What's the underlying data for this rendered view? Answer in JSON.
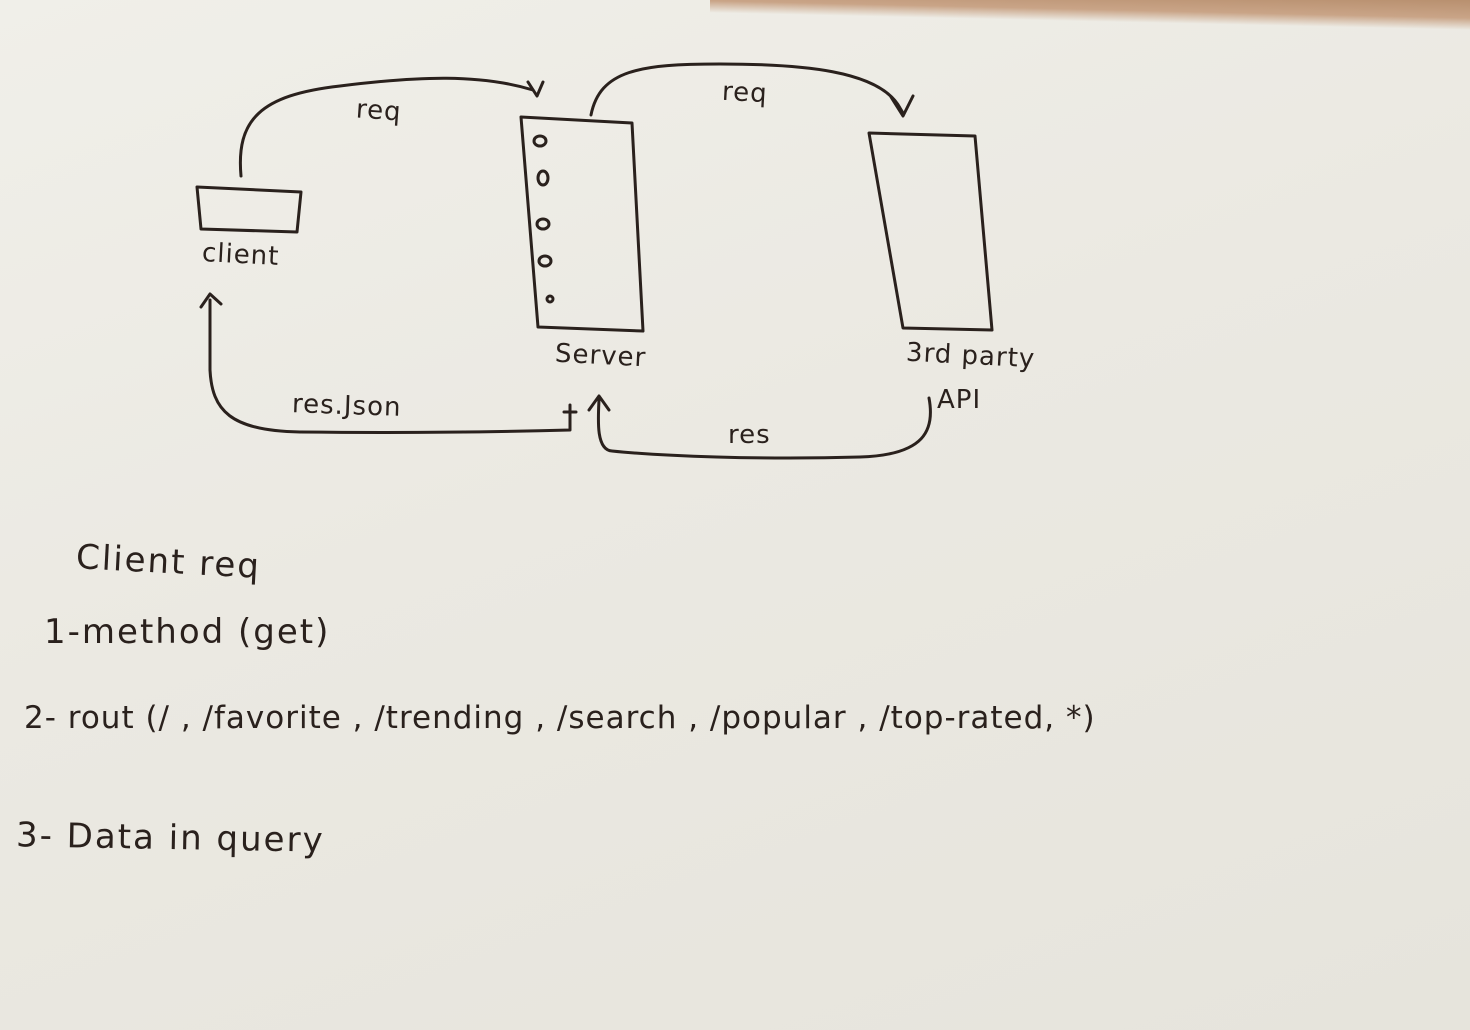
{
  "diagram": {
    "nodes": {
      "client": {
        "label": "client"
      },
      "server": {
        "label": "Server"
      },
      "api": {
        "label_line1": "3rd party",
        "label_line2": "API"
      }
    },
    "edges": {
      "client_to_server": {
        "label": "req"
      },
      "server_to_api": {
        "label": "req"
      },
      "api_to_server": {
        "label": "res"
      },
      "server_to_client": {
        "label": "res.Json"
      }
    }
  },
  "notes": {
    "heading": "Client req",
    "items": [
      "1-method (get)",
      "2- rout (/ , /favorite , /trending , /search , /popular , /top-rated, *)",
      "3- Data in query"
    ]
  },
  "colors": {
    "ink": "#2a211d",
    "paper": "#ecebe5"
  }
}
